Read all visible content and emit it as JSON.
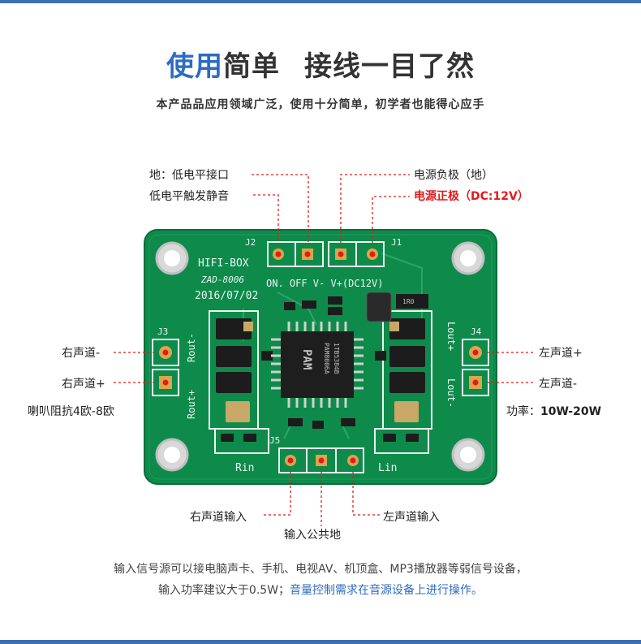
{
  "header": {
    "title_blue": "使用",
    "title_rest": "简单",
    "title_right": "接线一目了然",
    "subtitle": "本产品品应用领域广泛，使用十分简单，初学者也能得心应手"
  },
  "labels": {
    "ground_port": "地：低电平接口",
    "mute": "低电平触发静音",
    "power_neg": "电源负极（地）",
    "power_pos": "电源正极（DC:12V）",
    "right_neg": "右声道-",
    "right_pos": "右声道+",
    "speaker_impedance": "喇叭阻抗4欧-8欧",
    "left_pos": "左声道+",
    "left_neg": "左声道-",
    "power_label": "功率：",
    "power_value": "10W-20W",
    "right_input": "右声道输入",
    "common_ground": "输入公共地",
    "left_input": "左声道输入"
  },
  "board": {
    "name": "HIFI-BOX",
    "model": "ZAD-8006",
    "date": "2016/07/02",
    "j2": "J2",
    "j1": "J1",
    "j3": "J3",
    "j4": "J4",
    "j5": "J5",
    "pins_top": "ON. OFF  V-   V+(DC12V)",
    "rout_minus": "Rout-",
    "rout_plus": "Rout+",
    "lout_plus": "Lout+",
    "lout_minus": "Lout-",
    "rin": "Rin",
    "lin": "Lin",
    "chip_brand": "PAM",
    "chip_model": "PAM8006A",
    "chip_code": "1TB5384B",
    "cap_label": "1R0"
  },
  "footer": {
    "line1": "输入信号源可以接电脑声卡、手机、电视AV、机顶盒、MP3播放器等弱信号设备，",
    "line2_plain": "输入功率建议大于0.5W；",
    "line2_blue": "音量控制需求在音源设备上进行操作。"
  },
  "colors": {
    "accent": "#2d6bc2",
    "board": "#0d8a4a",
    "red": "#e21b1b"
  }
}
